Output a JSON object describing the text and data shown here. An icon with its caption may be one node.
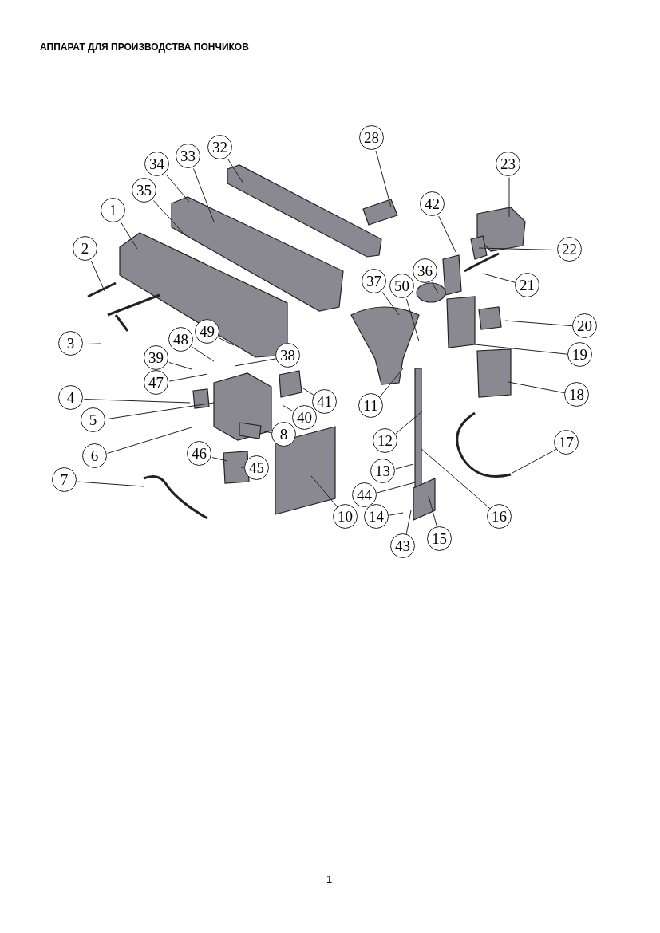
{
  "diagram": {
    "title": "АППАРАТ ДЛЯ ПРОИЗВОДСТВА ПОНЧИКОВ",
    "nodes": [
      {
        "text": [
          "1"
        ]
      },
      {
        "text": [
          "2"
        ]
      },
      {
        "text": [
          "3"
        ]
      },
      {
        "text": [
          "4"
        ]
      },
      {
        "text": [
          "5"
        ]
      },
      {
        "text": [
          "6"
        ]
      },
      {
        "text": [
          "7"
        ]
      },
      {
        "text": [
          "8"
        ]
      },
      {
        "text": [
          "10"
        ]
      },
      {
        "text": [
          "11"
        ]
      },
      {
        "text": [
          "12"
        ]
      },
      {
        "text": [
          "13"
        ]
      },
      {
        "text": [
          "14"
        ]
      },
      {
        "text": [
          "15"
        ]
      },
      {
        "text": [
          "16"
        ]
      },
      {
        "text": [
          "17"
        ]
      },
      {
        "text": [
          "18"
        ]
      },
      {
        "text": [
          "19"
        ]
      },
      {
        "text": [
          "20"
        ]
      },
      {
        "text": [
          "21"
        ]
      },
      {
        "text": [
          "22"
        ]
      },
      {
        "text": [
          "23"
        ]
      },
      {
        "text": [
          "28"
        ]
      },
      {
        "text": [
          "32"
        ]
      },
      {
        "text": [
          "33"
        ]
      },
      {
        "text": [
          "34"
        ]
      },
      {
        "text": [
          "35"
        ]
      },
      {
        "text": [
          "36"
        ]
      },
      {
        "text": [
          "37"
        ]
      },
      {
        "text": [
          "38"
        ]
      },
      {
        "text": [
          "39"
        ]
      },
      {
        "text": [
          "40"
        ]
      },
      {
        "text": [
          "41"
        ]
      },
      {
        "text": [
          "42"
        ]
      },
      {
        "text": [
          "43"
        ]
      },
      {
        "text": [
          "44"
        ]
      },
      {
        "text": [
          "45"
        ]
      },
      {
        "text": [
          "46"
        ]
      },
      {
        "text": [
          "47"
        ]
      },
      {
        "text": [
          "48"
        ]
      },
      {
        "text": [
          "49"
        ]
      },
      {
        "text": [
          "50"
        ]
      }
    ],
    "edges": [
      {
        "from": 0,
        "to": null,
        "arrow": "none"
      },
      {
        "from": 1,
        "to": null,
        "arrow": "none"
      },
      {
        "from": 2,
        "to": null,
        "arrow": "none"
      },
      {
        "from": 3,
        "to": null,
        "arrow": "none"
      },
      {
        "from": 4,
        "to": null,
        "arrow": "none"
      },
      {
        "from": 5,
        "to": null,
        "arrow": "none"
      },
      {
        "from": 6,
        "to": null,
        "arrow": "none"
      },
      {
        "from": 7,
        "to": null,
        "arrow": "none"
      },
      {
        "from": 8,
        "to": null,
        "arrow": "none"
      },
      {
        "from": 9,
        "to": null,
        "arrow": "none"
      },
      {
        "from": 10,
        "to": null,
        "arrow": "none"
      },
      {
        "from": 11,
        "to": null,
        "arrow": "none"
      },
      {
        "from": 12,
        "to": null,
        "arrow": "none"
      },
      {
        "from": 13,
        "to": null,
        "arrow": "none"
      },
      {
        "from": 14,
        "to": null,
        "arrow": "none"
      },
      {
        "from": 15,
        "to": null,
        "arrow": "none"
      },
      {
        "from": 16,
        "to": null,
        "arrow": "none"
      },
      {
        "from": 17,
        "to": null,
        "arrow": "none"
      },
      {
        "from": 18,
        "to": null,
        "arrow": "none"
      },
      {
        "from": 19,
        "to": null,
        "arrow": "none"
      },
      {
        "from": 20,
        "to": null,
        "arrow": "none"
      },
      {
        "from": 21,
        "to": null,
        "arrow": "none"
      },
      {
        "from": 22,
        "to": null,
        "arrow": "none"
      },
      {
        "from": 23,
        "to": null,
        "arrow": "none"
      },
      {
        "from": 24,
        "to": null,
        "arrow": "none"
      },
      {
        "from": 25,
        "to": null,
        "arrow": "none"
      },
      {
        "from": 26,
        "to": null,
        "arrow": "none"
      },
      {
        "from": 27,
        "to": null,
        "arrow": "none"
      },
      {
        "from": 28,
        "to": null,
        "arrow": "none"
      },
      {
        "from": 29,
        "to": null,
        "arrow": "none"
      },
      {
        "from": 30,
        "to": null,
        "arrow": "none"
      },
      {
        "from": 31,
        "to": null,
        "arrow": "none"
      },
      {
        "from": 32,
        "to": null,
        "arrow": "none"
      },
      {
        "from": 33,
        "to": null,
        "arrow": "none"
      },
      {
        "from": 34,
        "to": null,
        "arrow": "none"
      },
      {
        "from": 35,
        "to": null,
        "arrow": "none"
      },
      {
        "from": 36,
        "to": null,
        "arrow": "none"
      },
      {
        "from": 37,
        "to": null,
        "arrow": "none"
      },
      {
        "from": 38,
        "to": null,
        "arrow": "none"
      },
      {
        "from": 39,
        "to": null,
        "arrow": "none"
      },
      {
        "from": 40,
        "to": null,
        "arrow": "none"
      },
      {
        "from": 41,
        "to": null,
        "arrow": "none"
      }
    ],
    "labels": [
      "1"
    ]
  }
}
